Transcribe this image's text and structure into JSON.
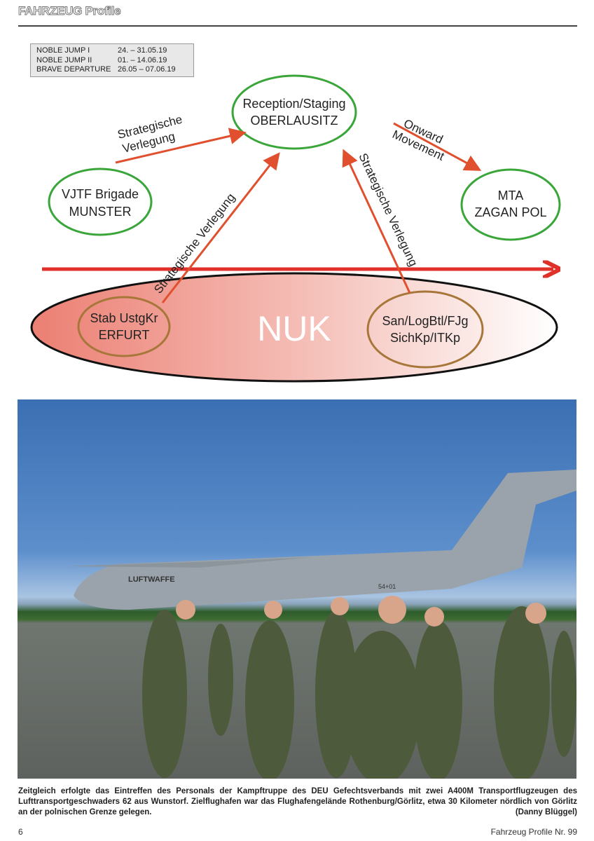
{
  "header": {
    "title": "FAHRZEUG Profile"
  },
  "dates": [
    {
      "name": "NOBLE JUMP I",
      "range": "24. – 31.05.19"
    },
    {
      "name": "NOBLE JUMP II",
      "range": "01. – 14.06.19"
    },
    {
      "name": "BRAVE DEPARTURE",
      "range": "26.05 – 07.06.19"
    }
  ],
  "diagram": {
    "reception": [
      "Reception/Staging",
      "OBERLAUSITZ"
    ],
    "vjtf": [
      "VJTF Brigade",
      "MUNSTER"
    ],
    "mta": [
      "MTA",
      "ZAGAN POL"
    ],
    "nuk": "NUK",
    "stab": [
      "Stab UstgKr",
      "ERFURT"
    ],
    "san": [
      "San/LogBtl/FJg",
      "SichKp/ITKp"
    ],
    "label_strat_top": [
      "Strategische",
      "Verlegung"
    ],
    "label_onward": [
      "Onward",
      "Movement"
    ],
    "label_strat_left": "Strategische Verlegung",
    "label_strat_right": "Strategische Verlegung"
  },
  "photo": {
    "aircraft_marking": "LUFTWAFFE",
    "serial": "54+01"
  },
  "caption": {
    "text": "Zeitgleich erfolgte das Eintreffen des Personals der Kampftruppe des DEU Gefechtsverbands mit zwei A400M Transportflugzeugen des Lufttransportgeschwaders 62 aus Wunstorf. Zielflughafen war das Flughafengelände Rothenburg/Görlitz, etwa 30 Kilometer nördlich von Görlitz an der polnischen Grenze gelegen.",
    "credit": "(Danny Blüggel)"
  },
  "footer": {
    "page": "6",
    "publication": "Fahrzeug Profile Nr. 99"
  },
  "colors": {
    "green": "#3aa63a",
    "red": "#e0502f",
    "brown": "#a7773a"
  }
}
